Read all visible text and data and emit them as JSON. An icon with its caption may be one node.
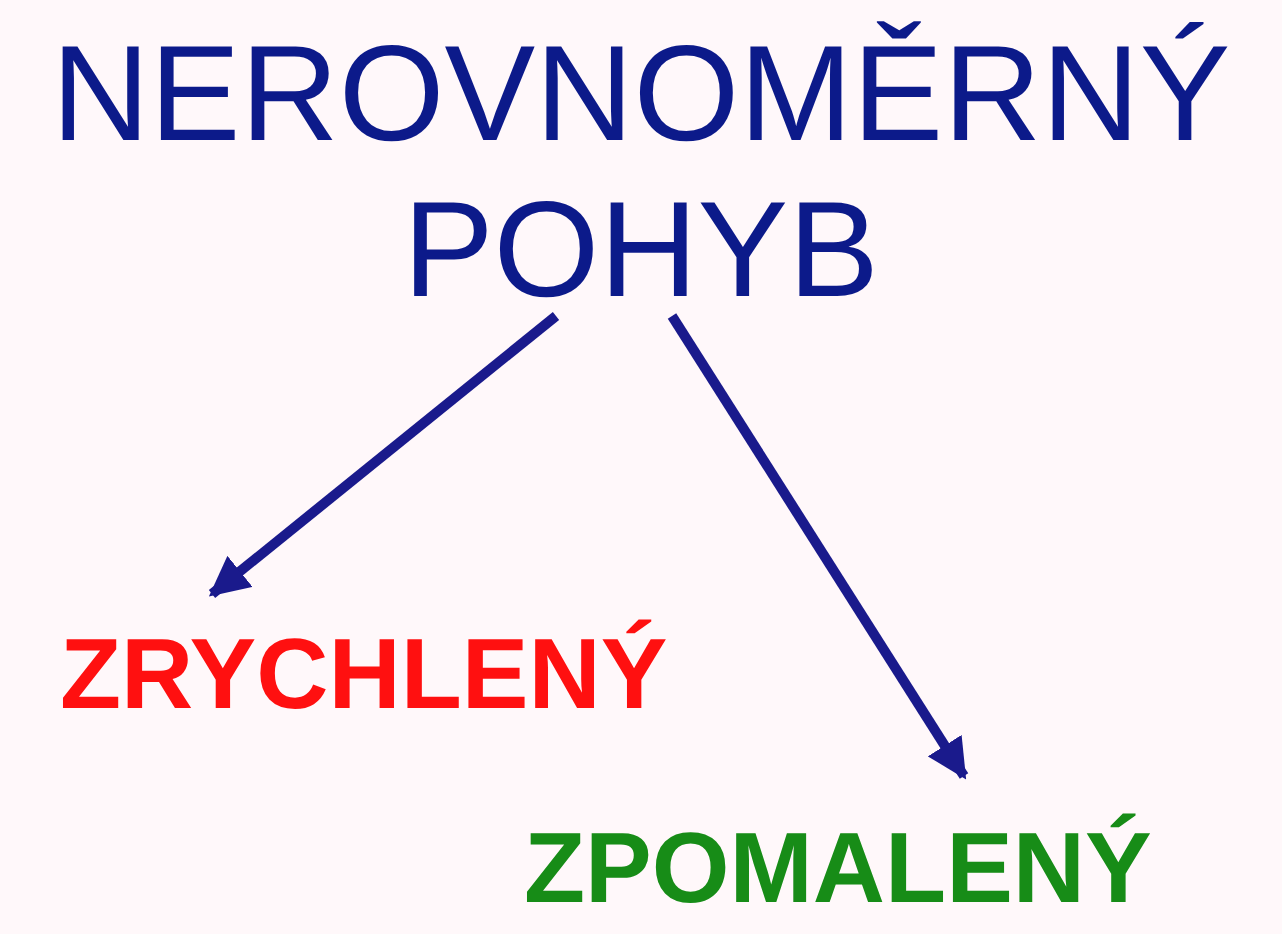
{
  "diagram": {
    "nodes": [
      {
        "text": [
          "NEROVNOMĚRNÝ POHYB"
        ]
      },
      {
        "text": [
          "ZRYCHLENÝ"
        ]
      },
      {
        "text": [
          "ZPOMALENÝ"
        ]
      }
    ],
    "edges": [
      {
        "from": 0,
        "to": 1,
        "arrow": "to"
      },
      {
        "from": 0,
        "to": 2,
        "arrow": "to"
      }
    ]
  }
}
